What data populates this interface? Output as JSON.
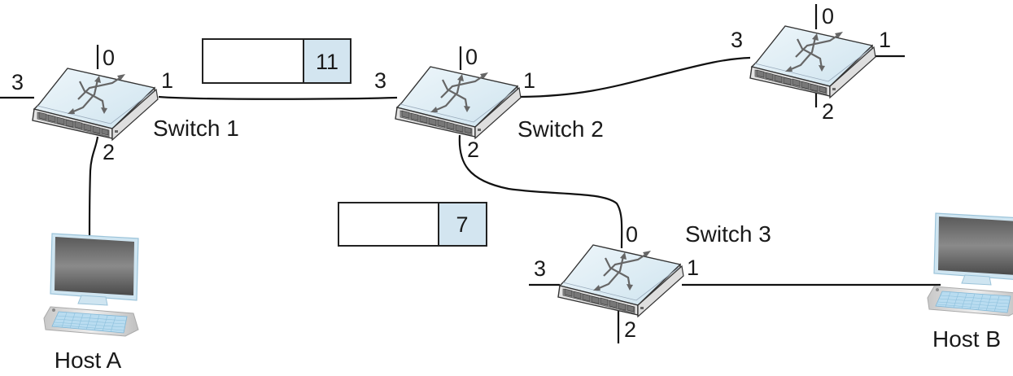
{
  "colors": {
    "wire": "#111111",
    "switch_top": "#dcebf3",
    "switch_front": "#e6e6e6",
    "box_fill": "#ffffff",
    "box_highlight": "#d3e5f0",
    "monitor_frame": "#cfe5f1",
    "monitor_screen": "#707070",
    "keyboard": "#b9dcf0"
  },
  "switches": [
    {
      "name": "Switch 1",
      "ports": {
        "p0": "0",
        "p1": "1",
        "p2": "2",
        "p3": "3"
      }
    },
    {
      "name": "Switch 2",
      "ports": {
        "p0": "0",
        "p1": "1",
        "p2": "2",
        "p3": "3"
      }
    },
    {
      "name": "",
      "ports": {
        "p0": "0",
        "p1": "1",
        "p2": "2",
        "p3": "3"
      }
    },
    {
      "name": "Switch 3",
      "ports": {
        "p0": "0",
        "p1": "1",
        "p2": "2",
        "p3": "3"
      }
    }
  ],
  "table_boxes": [
    {
      "left_value": "",
      "right_value": "11"
    },
    {
      "left_value": "",
      "right_value": "7"
    }
  ],
  "hosts": [
    {
      "name": "Host A"
    },
    {
      "name": "Host B"
    }
  ]
}
